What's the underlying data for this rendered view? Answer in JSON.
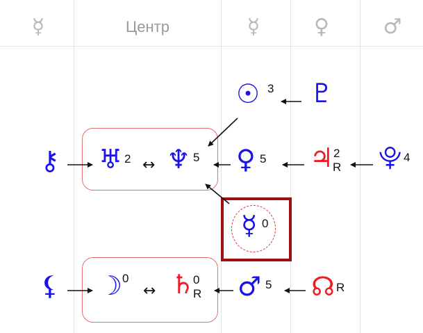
{
  "header": {
    "col1": "☿",
    "col2": "Центр",
    "col3": "☿",
    "col4": "♀",
    "col5": "♂"
  },
  "nodes": {
    "sun": {
      "glyph": "☉",
      "num": "3"
    },
    "pluto": {
      "glyph": "♇",
      "num": ""
    },
    "chiron": {
      "glyph": "⚷",
      "num": ""
    },
    "uranus": {
      "glyph": "♅",
      "num": "2"
    },
    "neptune": {
      "glyph": "♆",
      "num": "5"
    },
    "venus": {
      "glyph": "♀",
      "num": "5"
    },
    "jupiter": {
      "glyph": "♃",
      "num": "2",
      "sub": "R"
    },
    "pluto2": {
      "glyph": "⯓",
      "num": "4"
    },
    "mercury": {
      "glyph": "☿",
      "num": "0"
    },
    "lilith": {
      "glyph": "⚸",
      "num": ""
    },
    "moon": {
      "glyph": "☽",
      "num": "0"
    },
    "saturn": {
      "glyph": "♄",
      "num": "0",
      "sub": "R"
    },
    "mars": {
      "glyph": "♂",
      "num": "5"
    },
    "node": {
      "glyph": "☊",
      "num": "",
      "sub": "R"
    }
  },
  "connectors": {
    "mutual": "↔"
  },
  "colors": {
    "planet": "#1a12e6",
    "retro": "#ee1c24",
    "header": "#b8b8b8",
    "group_border": "#e07070",
    "selection": "#9e1010"
  }
}
